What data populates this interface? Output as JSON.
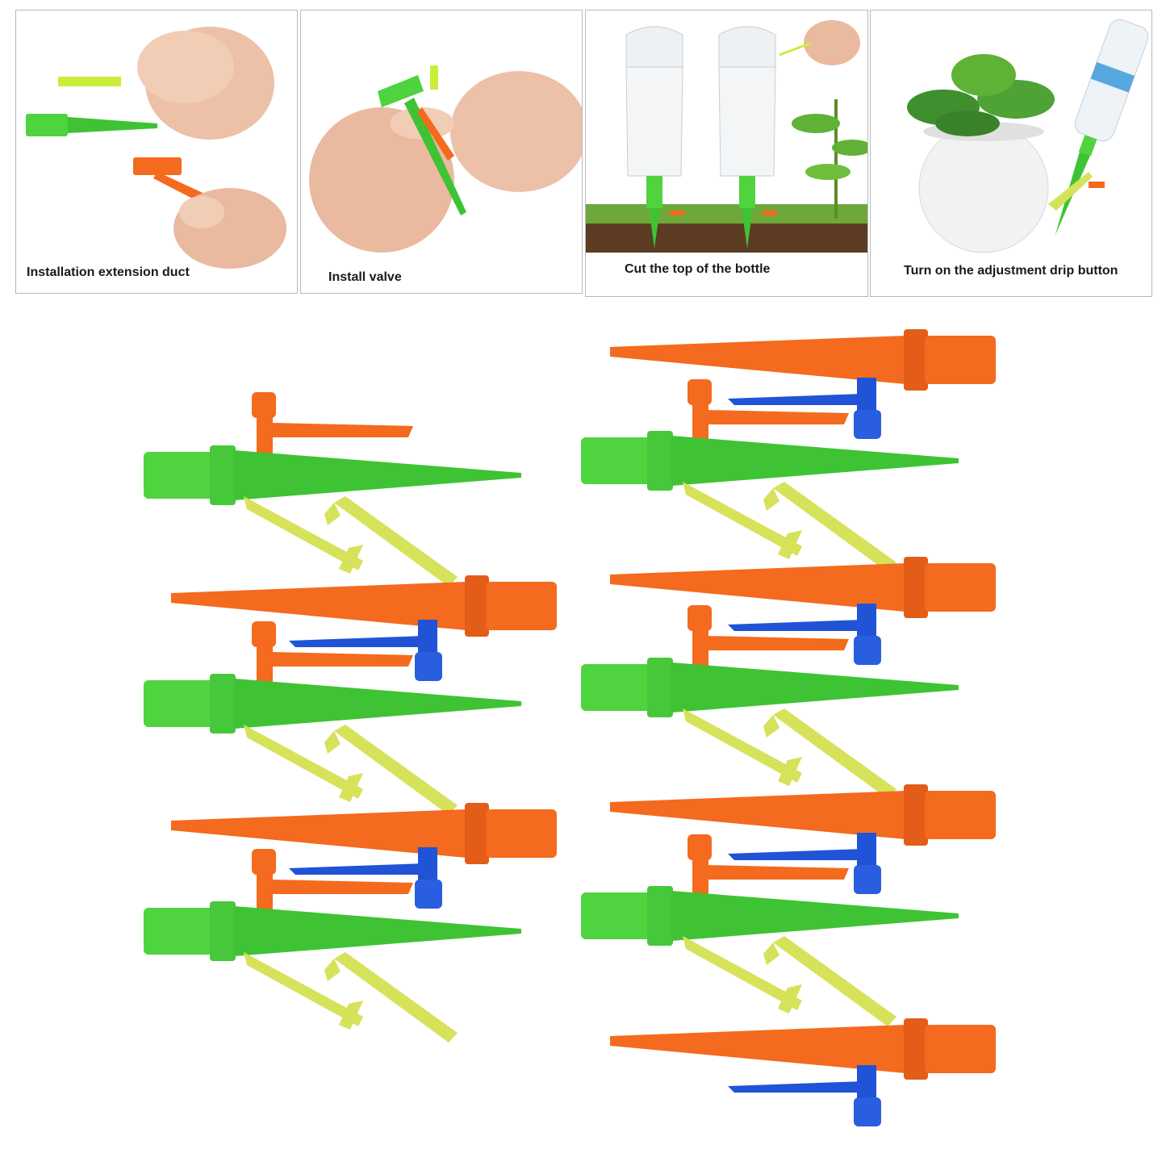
{
  "panels": [
    {
      "caption": "Installation extension duct"
    },
    {
      "caption": "Install valve"
    },
    {
      "caption": "Cut the top of the bottle"
    },
    {
      "caption": "Turn on the adjustment drip button"
    }
  ],
  "colors": {
    "green": "#4fd33f",
    "green_dark": "#3dbb2f",
    "orange": "#f46a1e",
    "orange_dark": "#d9551a",
    "blue": "#2153d6",
    "yellow": "#d6e25a",
    "skin": "#e9b9a0"
  }
}
